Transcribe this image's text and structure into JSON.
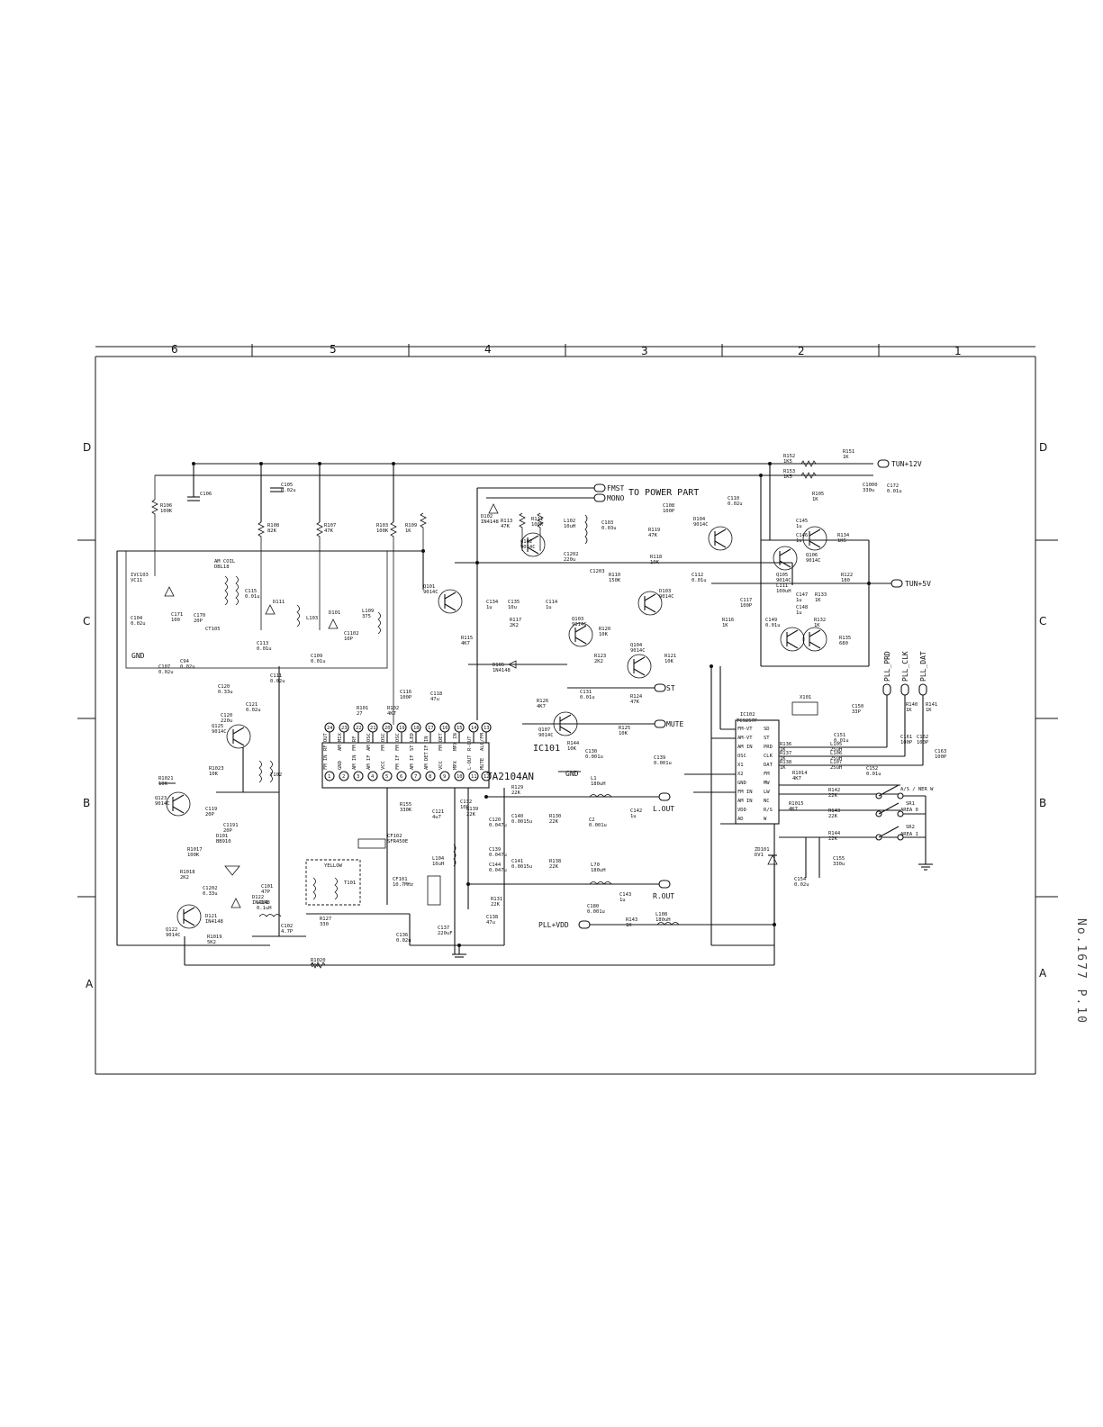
{
  "grid": {
    "columns": [
      "6",
      "5",
      "4",
      "3",
      "2",
      "1"
    ],
    "rows": [
      "D",
      "C",
      "B",
      "A"
    ]
  },
  "page_ref": "No.1677 P.10",
  "ics": {
    "ic101": {
      "ref": "IC101",
      "part": "TA2104AN"
    },
    "ic102": {
      "ref": "IC102",
      "part": "TC9257F"
    }
  },
  "power": {
    "tun12v": "TUN+12V",
    "tun5v": "TUN+5V",
    "to_power_part": "TO POWER PART",
    "fmst": "FMST",
    "mono": "MONO",
    "pll_vdd": "PLL+VDD",
    "gnd": "GND",
    "ic_gnd": "GND"
  },
  "connectors": {
    "pll_prd": "PLL_PRD",
    "pll_clk": "PLL_CLK",
    "pll_dat": "PLL_DAT",
    "st": "ST",
    "mute": "MUTE",
    "l_out": "L.OUT",
    "r_out": "R.OUT"
  },
  "switches": {
    "sr1": {
      "ref": "SR1",
      "note": "AREA 0"
    },
    "sr2": {
      "ref": "SR2",
      "note": "AREA 1"
    },
    "sw3": {
      "note": "A/S / NER W"
    }
  },
  "ic101_pins_top": [
    "24",
    "23",
    "22",
    "21",
    "20",
    "19",
    "18",
    "17",
    "16",
    "15",
    "14",
    "13"
  ],
  "ic101_pins_bottom": [
    "1",
    "2",
    "3",
    "4",
    "5",
    "6",
    "7",
    "8",
    "9",
    "10",
    "11",
    "12"
  ],
  "ic101_top_functions": [
    "RF OUT",
    "AM MIX",
    "FM RF",
    "AM OSC",
    "FM OSC",
    "FM OSC",
    "ST LED",
    "IF IN",
    "FM DET",
    "MPX IN",
    "R-OUT",
    "ALC/FM"
  ],
  "ic101_bottom_functions": [
    "FM IN",
    "GND",
    "AM IN",
    "AM IF",
    "VCC",
    "FM IF",
    "AM IF",
    "AM DET",
    "VCC",
    "MPX",
    "L-OUT",
    "MUTE"
  ],
  "ic102_pins_left": [
    "FM-VT",
    "AM-VT",
    "AM IN",
    "OSC",
    "X1",
    "X2",
    "GND",
    "FM IN",
    "AM IN",
    "VDD",
    "AD"
  ],
  "ic102_pins_right": [
    "SD",
    "ST",
    "PRD",
    "CLK",
    "DAT",
    "FM",
    "MW",
    "LW",
    "NC",
    "R/S",
    "W"
  ],
  "components": {
    "r106": "R106\n100K",
    "c106": "C106",
    "c105": "C105\n0.02u",
    "r108": "R108\n82K",
    "r107": "R107\n47K",
    "r103": "R103\n100K",
    "r109": "R109\n1K",
    "q101": "Q101\n9014C",
    "d102": "D102\nIN4148",
    "r113": "R113\n47K",
    "r111": "R111\n100K",
    "q102": "Q102\n9014C",
    "l102": "L102\n10uH",
    "c108": "C108\n100P",
    "d104": "D104\n9014C",
    "r119": "R119\n47K",
    "r118": "R118\n10K",
    "c103": "C103\n0.03u",
    "c110": "C110\n0.02u",
    "c1202": "C1202\n220u",
    "c1203": "C1203",
    "r110": "R110\n150K",
    "d103": "D103\n9014C",
    "c112": "C112\n0.01u",
    "r116": "R116\n1K",
    "c117": "C117\n100P",
    "l111": "L111\n100uH",
    "r122": "R122\n180",
    "q103": "Q103\n9014C",
    "q104": "Q104\n9014C",
    "r105": "R105\n1K",
    "q105": "Q105\n9014C",
    "q106": "Q106\n9014C",
    "r133": "R133\n1K",
    "r134": "R134\n1K5",
    "r135": "R135\n680",
    "c1000": "C1000\n330u",
    "c172": "C172\n0.01u",
    "r152": "R152\n1K5",
    "r153": "R153\n1K5",
    "r151": "R151\n1K",
    "r120": "R120\n10K",
    "r121": "R121\n10K",
    "r123": "R123\n2K2",
    "r124": "R124\n47K",
    "r125": "R125\n10K",
    "r126": "R126\n4K7",
    "q107": "Q107\n9014C",
    "r144": "R144\n10K",
    "c130": "C130\n0.001u",
    "c139": "C139\n0.001u",
    "d105": "D105\n1N4148",
    "c131": "C131\n0.01u",
    "r129": "R129\n22K",
    "c140": "C140\n0.0015u",
    "c2": "C2\n0.001u",
    "l1": "L1\n180uH",
    "c142": "C142\n1u",
    "r130": "R130\n22K",
    "c141": "C141\n0.0015u",
    "l70": "L70\n180uH",
    "c143": "C143\n1u",
    "c180": "C180\n0.001u",
    "r131": "R131\n22K",
    "c137": "C137\n220uF",
    "c138": "C138\n47u",
    "r143": "R143\n1K",
    "l108": "L108\n180uH",
    "cf101": "CF101\n10.7MHz",
    "cf102": "CF102\nSFR450E",
    "t101": "T101",
    "yellow": "YELLOW",
    "r127": "R127\n330",
    "c136": "C136\n0.02u",
    "r155": "R155\n330K",
    "c121": "C121\n4u7",
    "c132": "C132\n10P",
    "c120": "C120\n0.047u",
    "c139b": "C139\n0.047u",
    "c144": "C144\n0.047u",
    "l104": "L104\n10uH",
    "r138": "R138\n22K",
    "r139": "R139\n22K",
    "x101": "X101",
    "c151": "C151\n0.01u",
    "c152": "C152\n0.01u",
    "c150": "C150\n33P",
    "r136": "R136\n1K",
    "r137": "R137\n1K",
    "r138b": "R138\n1K",
    "r140": "R140\n1K",
    "r141": "R141\n1K",
    "l105": "L105\n25uH",
    "l106": "L106\n25uH",
    "l107": "L107\n25uH",
    "r142": "R142\n22K",
    "r143b": "R143\n22K",
    "r144b": "R144\n22K",
    "zd101": "ZD101\nDV1",
    "c154": "C154\n0.02u",
    "c155": "C155\n330u",
    "c161": "C161\n100P",
    "c162": "C162\n100P",
    "c163": "C163\n100P",
    "r1014": "R1014\n4K7",
    "r1015": "R1015\n4K7",
    "q125": "Q125\n9014C",
    "r1023": "R1023\n10K",
    "r1021": "R1021\n10K",
    "q123": "Q123\n9014C",
    "c120b": "C120\n220u",
    "c121b": "C121\n0.02u",
    "r1017": "R1017\n100K",
    "r1018": "R1018\n2K2",
    "c1202b": "C1202\n0.33u",
    "d101": "D101\nBB910",
    "c119": "C119\n20P",
    "c1191": "C1191\n20P",
    "c101": "C101\n47P",
    "l101": "L101\n0.1uH",
    "c102": "C102\n4.7P",
    "d121": "D121\nIN4148",
    "q122": "Q122\n9014C",
    "r1019": "R1019\n5K2",
    "r1020": "R1020\n10K",
    "d122": "D122\nIN4148",
    "t102": "T102",
    "am_coil": "AM COIL\nDBL18",
    "c171": "C171\n100",
    "c170": "C170\n20P",
    "ct105": "CT105",
    "c104": "C104\n0.02u",
    "c107": "C107\n0.02u",
    "c94": "C94\n0.02u",
    "c113": "C113\n0.01u",
    "d111": "D111",
    "l103": "L103",
    "c109": "C109\n0.01u",
    "c1102": "C1102\n10P",
    "l109": "L109\n375",
    "d101b": "D101",
    "ivc103": "IVC103\nVC11",
    "c115": "C115\n0.01u",
    "c120c": "C120\n0.33u",
    "c111": "C111\n0.02u",
    "r101": "R101\n27",
    "r102": "R102\n4K7",
    "c116": "C116\n100P",
    "c118": "C118\n47u",
    "r115": "R115\n4K7",
    "c134": "C134\n1u",
    "c135": "C135\n10u",
    "r117": "R117\n2K2",
    "c114": "C114\n1u",
    "r132": "R132\n1K",
    "c145": "C145\n1u",
    "c146": "C146\n1u",
    "c147": "C147\n1u",
    "c148": "C148\n1u",
    "c149": "C149\n0.01u"
  }
}
